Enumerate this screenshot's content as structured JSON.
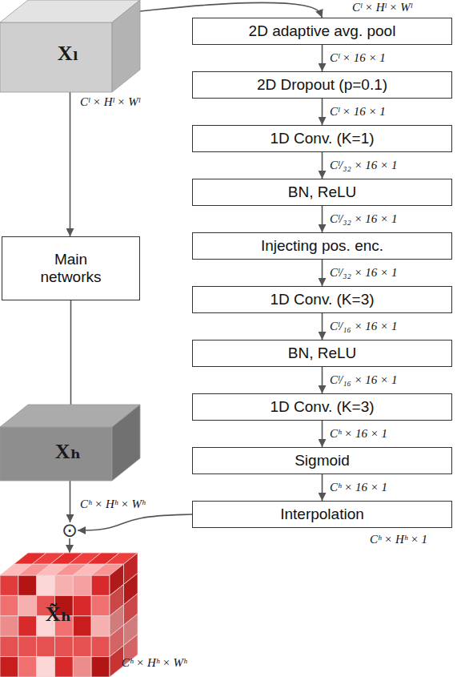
{
  "diagram": {
    "nodes": [
      {
        "text": [
          "Xₗ"
        ]
      },
      {
        "text": [
          "Main networks"
        ]
      },
      {
        "text": [
          "Xₕ"
        ]
      },
      {
        "text": [
          "⊙"
        ]
      },
      {
        "text": [
          "X̃ₕ"
        ]
      },
      {
        "text": [
          "2D adaptive avg. pool"
        ]
      },
      {
        "text": [
          "2D Dropout (p=0.1)"
        ]
      },
      {
        "text": [
          "1D Conv. (K=1)"
        ]
      },
      {
        "text": [
          "BN, ReLU"
        ]
      },
      {
        "text": [
          "Injecting pos. enc."
        ]
      },
      {
        "text": [
          "1D Conv. (K=3)"
        ]
      },
      {
        "text": [
          "BN, ReLU"
        ]
      },
      {
        "text": [
          "1D Conv. (K=3)"
        ]
      },
      {
        "text": [
          "Sigmoid"
        ]
      },
      {
        "text": [
          "Interpolation"
        ]
      }
    ],
    "edges": [
      {
        "from": 0,
        "to": 5,
        "arrow": "to",
        "label": "Cˡ × Hˡ × Wˡ"
      },
      {
        "from": 0,
        "to": 1,
        "arrow": "to"
      },
      {
        "from": 1,
        "to": 2,
        "arrow": "none"
      },
      {
        "from": 2,
        "to": 3,
        "arrow": "to"
      },
      {
        "from": 3,
        "to": 4,
        "arrow": "to"
      },
      {
        "from": 5,
        "to": 6,
        "arrow": "to",
        "label": "Cˡ × 16 × 1"
      },
      {
        "from": 6,
        "to": 7,
        "arrow": "to",
        "label": "Cˡ × 16 × 1"
      },
      {
        "from": 7,
        "to": 8,
        "arrow": "to",
        "label": "Cˡ/₃₂ × 16 × 1"
      },
      {
        "from": 8,
        "to": 9,
        "arrow": "to",
        "label": "Cˡ/₃₂ × 16 × 1"
      },
      {
        "from": 9,
        "to": 10,
        "arrow": "to",
        "label": "Cˡ/₃₂ × 16 × 1"
      },
      {
        "from": 10,
        "to": 11,
        "arrow": "to",
        "label": "Cˡ/₁₆ × 16 × 1"
      },
      {
        "from": 11,
        "to": 12,
        "arrow": "to",
        "label": "Cˡ/₁₆ × 16 × 1"
      },
      {
        "from": 12,
        "to": 13,
        "arrow": "to",
        "label": "Cʰ × 16 × 1"
      },
      {
        "from": 13,
        "to": 14,
        "arrow": "to",
        "label": "Cʰ × 16 × 1"
      },
      {
        "from": 14,
        "to": 3,
        "arrow": "to"
      }
    ],
    "labels": [
      "Cˡ × Hˡ × Wˡ",
      "Cʰ × Hʰ × Wʰ",
      "Cʰ × Hʰ × 1",
      "Cʰ × Hʰ × Wʰ"
    ]
  }
}
